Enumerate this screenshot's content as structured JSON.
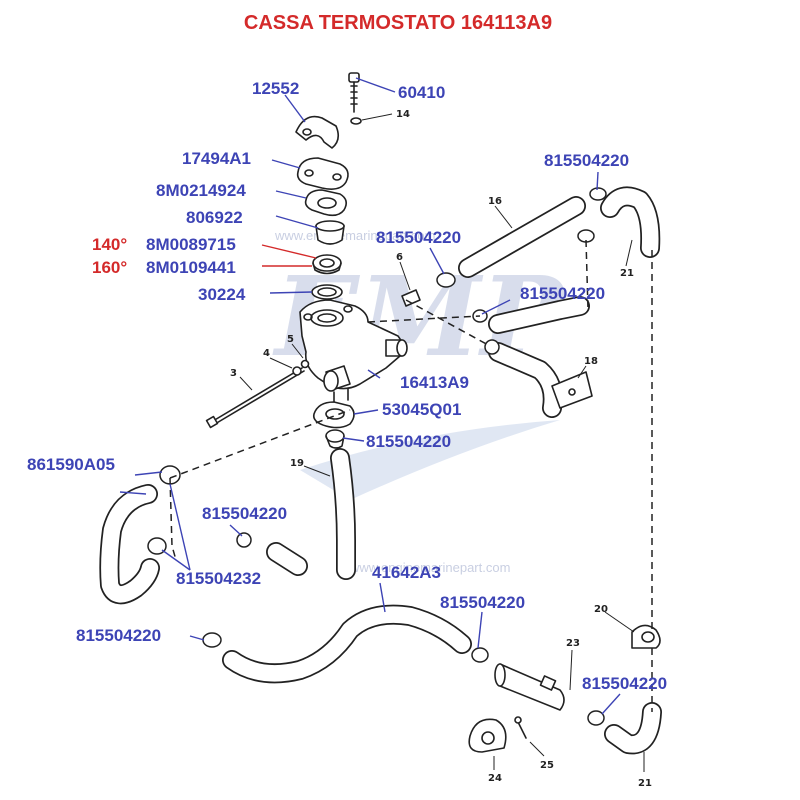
{
  "title": "CASSA TERMOSTATO 164113A9",
  "watermark": {
    "logo": "EMP",
    "url": "www.enginemarinepart.com",
    "url_partial": ".com"
  },
  "labels": {
    "l_12552": "12552",
    "l_60410": "60410",
    "l_17494A1": "17494A1",
    "l_8M0214924": "8M0214924",
    "l_806922": "806922",
    "l_temp140": "140°",
    "l_8M0089715": "8M0089715",
    "l_temp160": "160°",
    "l_8M0109441": "8M0109441",
    "l_30224": "30224",
    "l_815504220_a": "815504220",
    "l_815504220_b": "815504220",
    "l_815504220_c": "815504220",
    "l_16413A9": "16413A9",
    "l_53045Q01": "53045Q01",
    "l_815504220_d": "815504220",
    "l_861590A05": "861590A05",
    "l_815504220_e": "815504220",
    "l_815504232": "815504232",
    "l_41642A3": "41642A3",
    "l_815504220_f": "815504220",
    "l_815504220_g": "815504220",
    "l_815504220_h": "815504220"
  },
  "callouts": {
    "n14": "14",
    "n16": "16",
    "n21a": "21",
    "n6": "6",
    "n5": "5",
    "n4": "4",
    "n3": "3",
    "n18": "18",
    "n19": "19",
    "n20": "20",
    "n23": "23",
    "n21b": "21",
    "n24": "24",
    "n25": "25"
  },
  "colors": {
    "title": "#d42a2a",
    "labels": "#3d44b5",
    "temperature": "#d42a2a",
    "lines": "#222222"
  }
}
